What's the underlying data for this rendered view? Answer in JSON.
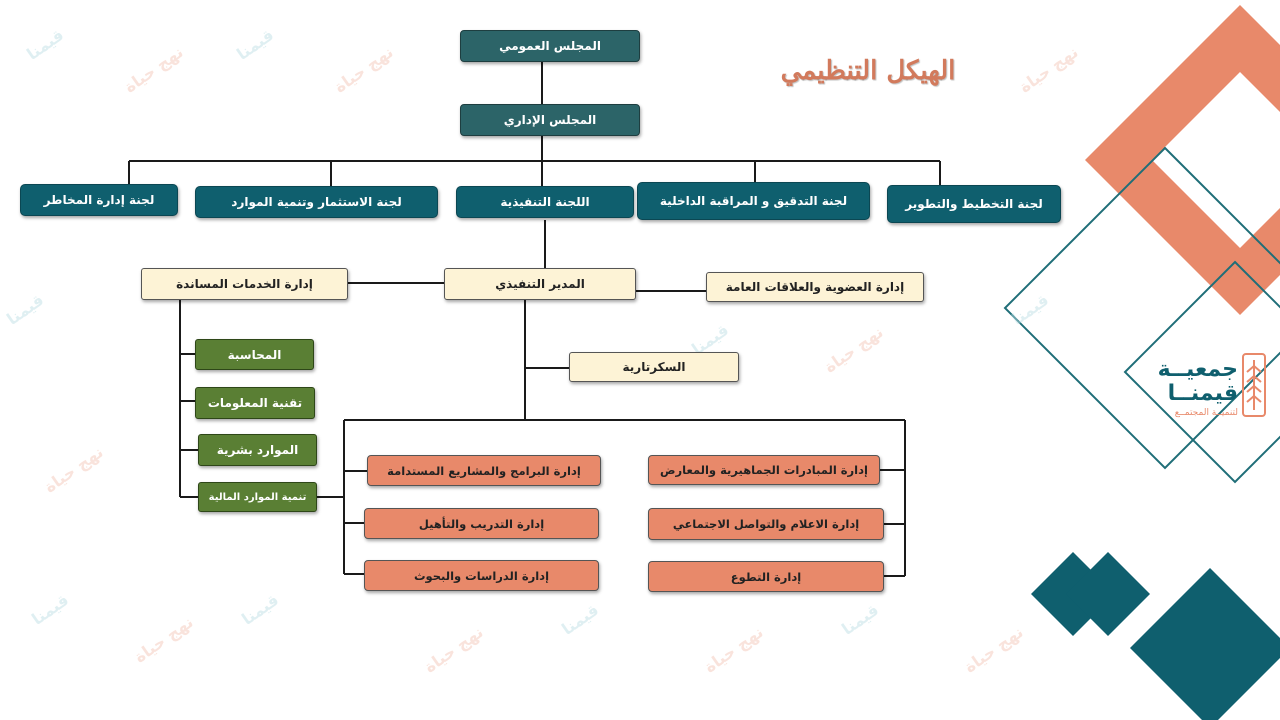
{
  "title": "الهيكل التنظيمي",
  "watermark": {
    "word_a": "قيمنا",
    "word_b": "نهج حياة"
  },
  "logo": {
    "line1": "جمعيــة",
    "line2": "قيمنــا",
    "tagline": "لتنميــة المجتمــع"
  },
  "nodes": {
    "general_assembly": "المجلس العمومي",
    "board": "المجلس الإداري",
    "planning_committee": "لجنة التخطيط والتطوير",
    "audit_committee": "لجنة التدقيق و المراقبة الداخلية",
    "executive_committee": "اللجنة التنفيذية",
    "investment_committee": "لجنة الاستثمار وتنمية الموارد",
    "risk_committee": "لجنة إدارة المخاطر",
    "executive_director": "المدير التنفيذي",
    "support_services": "إدارة الخدمات المساندة",
    "membership_pr": "إدارة العضوية والعلاقات العامة",
    "secretariat": "السكرتارية",
    "accounting": "المحاسبة",
    "it": "تقنية المعلومات",
    "hr": "الموارد بشرية",
    "financial_resources": "تنمية الموارد المالية",
    "public_initiatives": "إدارة المبادرات الجماهيرية والمعارض",
    "media": "إدارة الاعلام والتواصل الاجتماعي",
    "volunteering": "إدارة التطوع",
    "programs": "إدارة البرامج والمشاريع المستدامة",
    "training": "إدارة التدريب والتأهيل",
    "studies": "إدارة الدراسات والبحوث"
  }
}
